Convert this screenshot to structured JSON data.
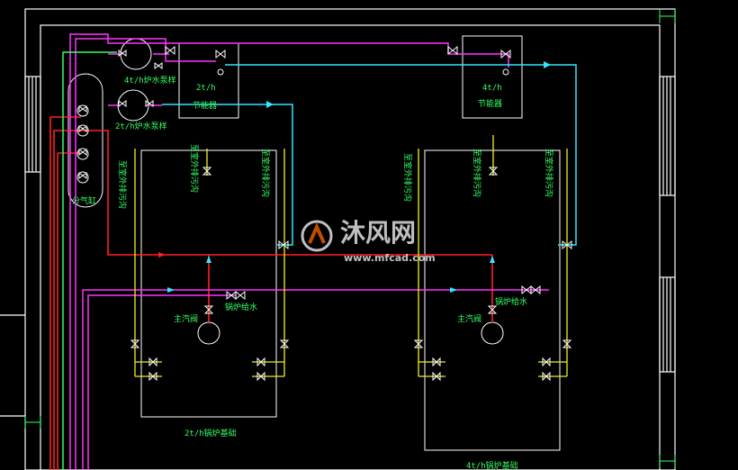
{
  "labels": {
    "boiler_left": "2t/h锅炉基础",
    "boiler_right": "4t/h锅炉基础",
    "economizer_left": "节能器",
    "economizer_left_top": "2t/h",
    "economizer_right": "节能器",
    "economizer_right_top": "4t/h",
    "pump_top": "4t/h炉水泵样",
    "pump_bottom": "2t/h炉水泵样",
    "main_steam_left": "主汽阀",
    "main_steam_right": "主汽阀",
    "feed_left": "锅炉给水",
    "feed_right": "锅炉给水",
    "gas_tank": "分气缸",
    "vent_1": "至室外排污沟",
    "vent_2": "至室外排污沟",
    "vent_3": "至室外排污沟",
    "vent_4": "至室外排污沟",
    "vent_5": "至室外排污沟",
    "vent_6": "至室外排污沟"
  },
  "watermark": {
    "name": "沐风网",
    "url": "www.mfcad.com"
  },
  "colors": {
    "background": "#000000",
    "frame": "#ffffff",
    "steam": "#ff2020",
    "feedwater": "#ff33ff",
    "softwater": "#33e6ff",
    "drain": "#f0f020",
    "gas": "#33ff66",
    "text": "#33ff66"
  }
}
